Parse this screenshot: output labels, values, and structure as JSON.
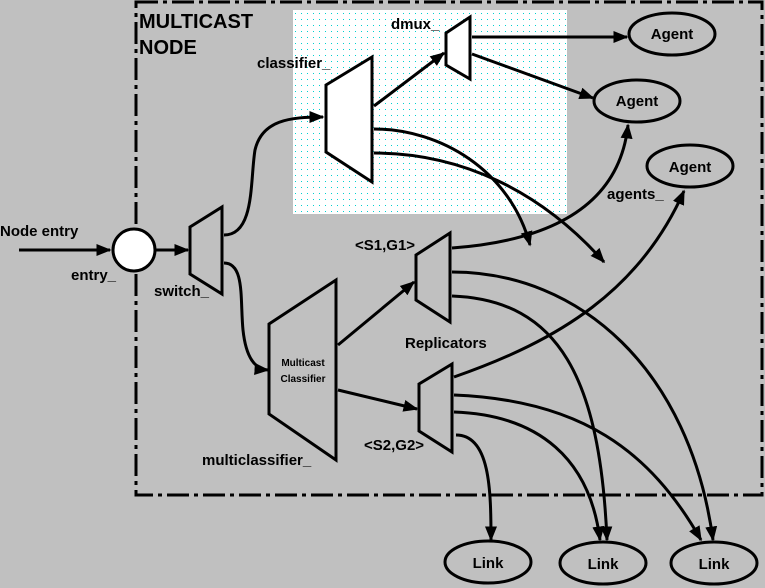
{
  "diagram": {
    "title_line1": "MULTICAST",
    "title_line2": "NODE",
    "node_entry_label": "Node entry",
    "entry_label": "entry_",
    "switch_label": "switch_",
    "classifier_label": "classifier_",
    "dmux_label": "dmux_",
    "multicast_classifier_line1": "Multicast",
    "multicast_classifier_line2": "Classifier",
    "multiclassifier_label": "multiclassifier_",
    "replicator1_label": "<S1,G1>",
    "replicator2_label": "<S2,G2>",
    "replicators_label": "Replicators",
    "agents_label": "agents_",
    "agents": [
      {
        "label": "Agent"
      },
      {
        "label": "Agent"
      },
      {
        "label": "Agent"
      }
    ],
    "links": [
      {
        "label": "Link"
      },
      {
        "label": "Link"
      },
      {
        "label": "Link"
      }
    ],
    "colors": {
      "background": "#c0c0c0",
      "highlight_region": "#ffffff",
      "highlight_dots": "#00d0d0",
      "stroke": "#000000"
    }
  }
}
